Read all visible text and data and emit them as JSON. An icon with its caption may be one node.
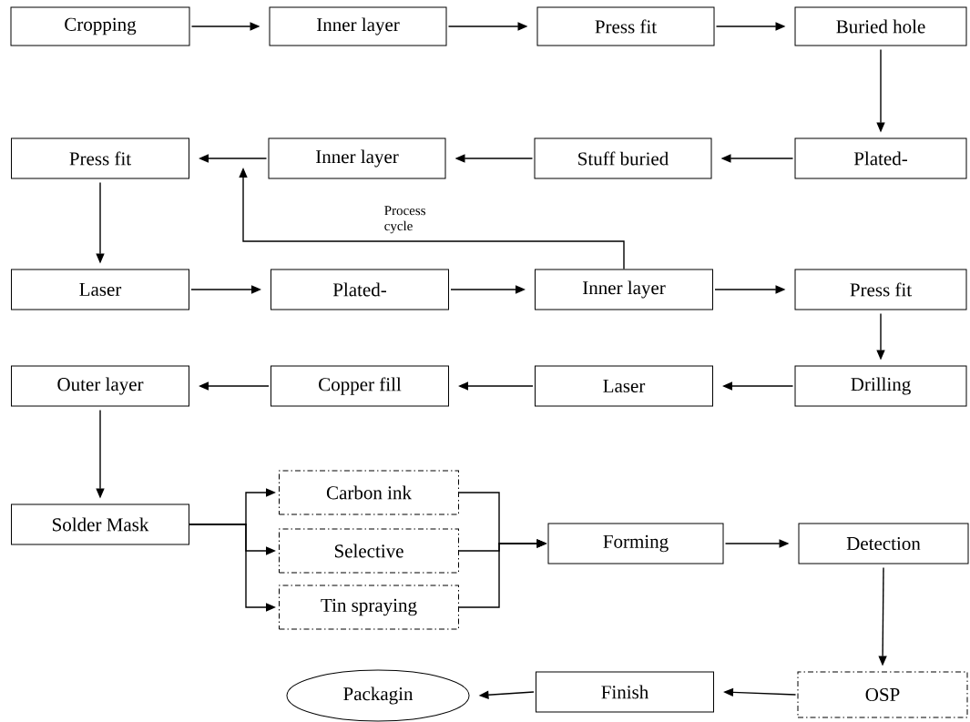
{
  "diagram": {
    "nodes": [
      {
        "text": [
          "Cropping"
        ]
      },
      {
        "text": [
          "Inner layer"
        ]
      },
      {
        "text": [
          "Press fit"
        ]
      },
      {
        "text": [
          "Buried hole"
        ]
      },
      {
        "text": [
          "Plated-"
        ]
      },
      {
        "text": [
          "Stuff buried"
        ]
      },
      {
        "text": [
          "Inner layer"
        ]
      },
      {
        "text": [
          "Press fit"
        ]
      },
      {
        "text": [
          "Laser"
        ]
      },
      {
        "text": [
          "Plated-"
        ]
      },
      {
        "text": [
          "Inner layer"
        ]
      },
      {
        "text": [
          "Press fit"
        ]
      },
      {
        "text": [
          "Drilling"
        ]
      },
      {
        "text": [
          "Laser"
        ]
      },
      {
        "text": [
          "Copper fill"
        ]
      },
      {
        "text": [
          "Outer layer"
        ]
      },
      {
        "text": [
          "Solder Mask"
        ]
      },
      {
        "text": [
          "Carbon ink"
        ]
      },
      {
        "text": [
          "Selective"
        ]
      },
      {
        "text": [
          "Tin spraying"
        ]
      },
      {
        "text": [
          "Forming"
        ]
      },
      {
        "text": [
          "Detection"
        ]
      },
      {
        "text": [
          "OSP"
        ]
      },
      {
        "text": [
          "Finish"
        ]
      },
      {
        "text": [
          "Packagin"
        ]
      }
    ],
    "edges": [
      {
        "from": 0,
        "to": 1,
        "arrow": "to"
      },
      {
        "from": 1,
        "to": 2,
        "arrow": "to"
      },
      {
        "from": 2,
        "to": 3,
        "arrow": "to"
      },
      {
        "from": 3,
        "to": 4,
        "arrow": "to"
      },
      {
        "from": 4,
        "to": 5,
        "arrow": "to"
      },
      {
        "from": 5,
        "to": 6,
        "arrow": "to"
      },
      {
        "from": 6,
        "to": 7,
        "arrow": "to"
      },
      {
        "from": 10,
        "to": null,
        "arrow": "to",
        "label": "Process cycle"
      },
      {
        "from": 7,
        "to": 8,
        "arrow": "to"
      },
      {
        "from": 8,
        "to": 9,
        "arrow": "to"
      },
      {
        "from": 9,
        "to": 10,
        "arrow": "to"
      },
      {
        "from": 10,
        "to": 11,
        "arrow": "to"
      },
      {
        "from": 11,
        "to": 12,
        "arrow": "to"
      },
      {
        "from": 12,
        "to": 13,
        "arrow": "to"
      },
      {
        "from": 13,
        "to": 14,
        "arrow": "to"
      },
      {
        "from": 14,
        "to": 15,
        "arrow": "to"
      },
      {
        "from": 15,
        "to": 16,
        "arrow": "to"
      },
      {
        "from": 16,
        "to": 17,
        "arrow": "to"
      },
      {
        "from": 16,
        "to": 18,
        "arrow": "to"
      },
      {
        "from": 16,
        "to": 19,
        "arrow": "to"
      },
      {
        "from": 17,
        "to": 20,
        "arrow": "to"
      },
      {
        "from": 18,
        "to": 20,
        "arrow": "to"
      },
      {
        "from": 19,
        "to": 20,
        "arrow": "to"
      },
      {
        "from": 20,
        "to": 21,
        "arrow": "to"
      },
      {
        "from": 21,
        "to": 22,
        "arrow": "to"
      },
      {
        "from": 22,
        "to": 23,
        "arrow": "to"
      },
      {
        "from": 23,
        "to": 24,
        "arrow": "to"
      }
    ]
  }
}
